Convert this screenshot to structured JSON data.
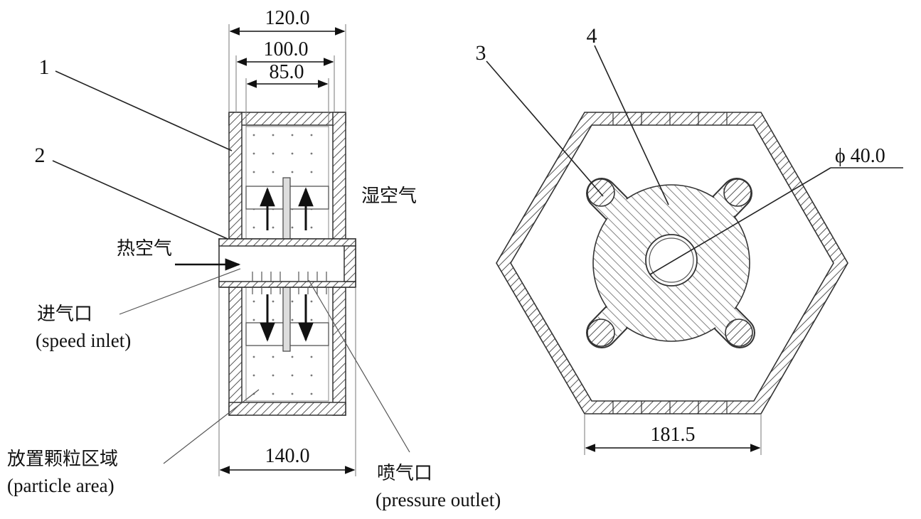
{
  "dimensions": {
    "d120": "120.0",
    "d100": "100.0",
    "d85": "85.0",
    "d140": "140.0",
    "d181": "181.5",
    "phi": "ϕ 40.0"
  },
  "callouts": {
    "c1": "1",
    "c2": "2",
    "c3": "3",
    "c4": "4"
  },
  "labels": {
    "humid_air": "湿空气",
    "hot_air": "热空气",
    "inlet_cn": "进气口",
    "inlet_en": "(speed inlet)",
    "particle_cn": "放置颗粒区域",
    "particle_en": "(particle area)",
    "outlet_cn": "喷气口",
    "outlet_en": "(pressure outlet)"
  },
  "colors": {
    "line": "#222222",
    "hatch": "#555555",
    "background": "#ffffff"
  }
}
